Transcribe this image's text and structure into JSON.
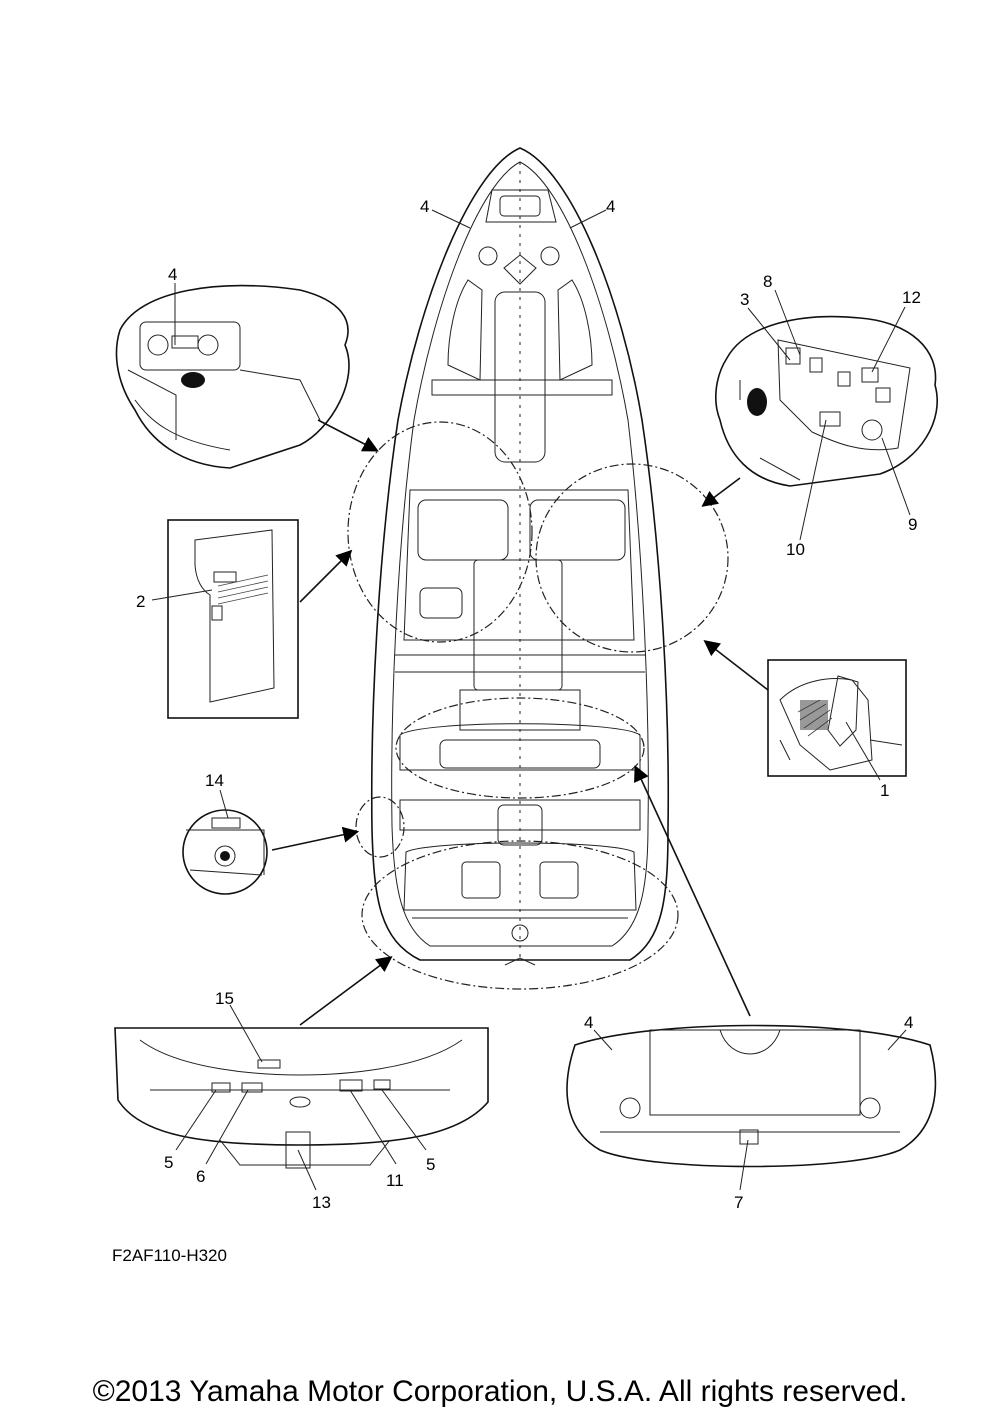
{
  "diagram_code": "F2AF110-H320",
  "copyright": "©2013 Yamaha Motor Corporation, U.S.A. All rights reserved.",
  "callouts": {
    "c1": "1",
    "c2": "2",
    "c3": "3",
    "c4a": "4",
    "c4b": "4",
    "c4c": "4",
    "c4d": "4",
    "c4e": "4",
    "c5a": "5",
    "c5b": "5",
    "c6": "6",
    "c7": "7",
    "c8": "8",
    "c9": "9",
    "c10": "10",
    "c11": "11",
    "c12": "12",
    "c13": "13",
    "c14": "14",
    "c15": "15"
  }
}
